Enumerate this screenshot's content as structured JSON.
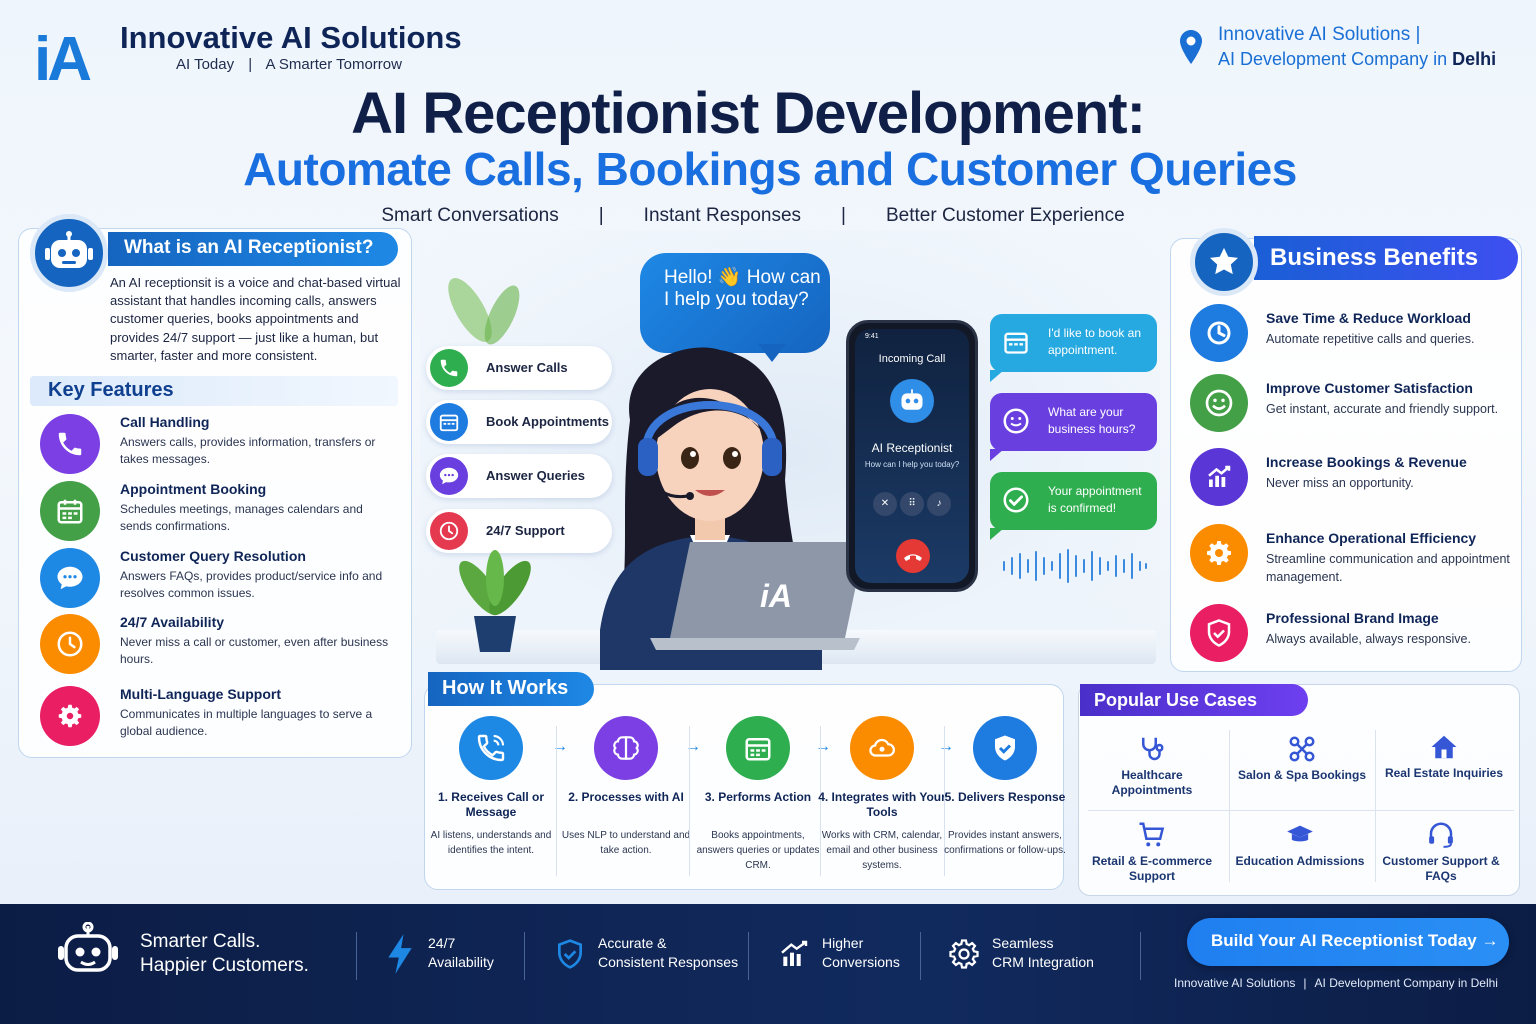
{
  "brand": {
    "logo": "iA",
    "name": "Innovative AI Solutions",
    "tagline_a": "AI Today",
    "tagline_sep": "|",
    "tagline_b": "A Smarter Tomorrow"
  },
  "top_right": {
    "line1": "Innovative AI Solutions  |",
    "line2_a": "AI Development Company in ",
    "line2_b": "Delhi"
  },
  "title": "AI Receptionist Development:",
  "subtitle": "Automate Calls, Bookings and Customer Queries",
  "subline": [
    "Smart Conversations",
    "|",
    "Instant Responses",
    "|",
    "Better Customer Experience"
  ],
  "left": {
    "title": "What is an AI Receptionist?",
    "description": "An AI receptionsit is a voice and chat-based virtual assistant that handles incoming calls, answers customer queries, books appointments and provides 24/7 support — just like a human, but smarter, faster and more consistent.",
    "key_features_title": "Key Features",
    "features": [
      {
        "title": "Call Handling",
        "desc": "Answers calls, provides information, transfers or takes messages.",
        "color": "#7b3fe4",
        "icon": "phone-icon"
      },
      {
        "title": "Appointment Booking",
        "desc": "Schedules meetings, manages calendars and sends confirmations.",
        "color": "#43a047",
        "icon": "calendar-icon"
      },
      {
        "title": "Customer Query Resolution",
        "desc": "Answers FAQs, provides product/service info and resolves common issues.",
        "color": "#1e88e5",
        "icon": "chat-icon"
      },
      {
        "title": "24/7 Availability",
        "desc": "Never miss a call or customer, even after business hours.",
        "color": "#fb8c00",
        "icon": "clock-icon"
      },
      {
        "title": "Multi-Language Support",
        "desc": "Communicates in multiple languages to serve a global audience.",
        "color": "#e91e63",
        "icon": "gear-icon"
      }
    ]
  },
  "center": {
    "bubble": "Hello! 👋 How can I help you today?",
    "pills": [
      {
        "label": "Answer Calls",
        "color": "#2eae4f",
        "icon": "phone-icon"
      },
      {
        "label": "Book Appointments",
        "color": "#1e7be0",
        "icon": "calendar-icon"
      },
      {
        "label": "Answer Queries",
        "color": "#6a3fe0",
        "icon": "chat-icon"
      },
      {
        "label": "24/7 Support",
        "color": "#e53950",
        "icon": "clock-icon"
      }
    ],
    "laptop_logo": "iA",
    "phone": {
      "time": "9:41",
      "incoming": "Incoming Call",
      "name": "AI Receptionist",
      "question": "How can I help you today?"
    },
    "messages": [
      {
        "text": "I'd like to book an appointment.",
        "color": "#26a9e0",
        "icon": "calendar-icon"
      },
      {
        "text": "What are your business hours?",
        "color": "#6a3fe0",
        "icon": "chat-icon"
      },
      {
        "text": "Your appointment is confirmed!",
        "color": "#2eae4f",
        "icon": "check-icon"
      }
    ]
  },
  "right": {
    "title": "Business Benefits",
    "benefits": [
      {
        "title": "Save Time & Reduce Workload",
        "desc": "Automate repetitive calls and queries.",
        "color": "#1e7be0",
        "icon": "time-icon"
      },
      {
        "title": "Improve Customer Satisfaction",
        "desc": "Get instant, accurate and friendly support.",
        "color": "#43a047",
        "icon": "smile-icon"
      },
      {
        "title": "Increase Bookings & Revenue",
        "desc": "Never miss an opportunity.",
        "color": "#5b36d6",
        "icon": "growth-chart-icon"
      },
      {
        "title": "Enhance Operational Efficiency",
        "desc": "Streamline communication and appointment management.",
        "color": "#fb8c00",
        "icon": "gear-icon"
      },
      {
        "title": "Professional Brand Image",
        "desc": "Always available, always responsive.",
        "color": "#e91e63",
        "icon": "shield-check-icon"
      }
    ]
  },
  "how": {
    "title": "How It Works",
    "steps": [
      {
        "title": "1. Receives Call or Message",
        "desc": "AI listens, understands and identifies the intent.",
        "color": "#1e88e5",
        "icon": "phone-icon"
      },
      {
        "title": "2. Processes with AI",
        "desc": "Uses NLP to understand and take action.",
        "color": "#7b3fe4",
        "icon": "brain-icon"
      },
      {
        "title": "3. Performs Action",
        "desc": "Books appointments, answers queries or updates CRM.",
        "color": "#2eae4f",
        "icon": "calendar-icon"
      },
      {
        "title": "4. Integrates with Your Tools",
        "desc": "Works with CRM, calendar, email and other business systems.",
        "color": "#fb8c00",
        "icon": "cloud-icon"
      },
      {
        "title": "5. Delivers Response",
        "desc": "Provides instant answers, confirmations or follow-ups.",
        "color": "#1e7be0",
        "icon": "shield-check-icon"
      }
    ]
  },
  "use_cases": {
    "title": "Popular Use Cases",
    "items": [
      {
        "label": "Healthcare Appointments",
        "icon": "stethoscope-icon"
      },
      {
        "label": "Salon & Spa Bookings",
        "icon": "scissors-icon"
      },
      {
        "label": "Real Estate Inquiries",
        "icon": "house-icon"
      },
      {
        "label": "Retail & E-commerce Support",
        "icon": "cart-icon"
      },
      {
        "label": "Education Admissions",
        "icon": "graduation-cap-icon"
      },
      {
        "label": "Customer Support & FAQs",
        "icon": "headset-icon"
      }
    ]
  },
  "footer": {
    "slogan_1": "Smarter Calls.",
    "slogan_2": "Happier Customers.",
    "items": [
      {
        "l1": "24/7",
        "l2": "Availability",
        "icon": "lightning-icon"
      },
      {
        "l1": "Accurate &",
        "l2": "Consistent Responses",
        "icon": "shield-check-icon"
      },
      {
        "l1": "Higher",
        "l2": "Conversions",
        "icon": "growth-chart-icon"
      },
      {
        "l1": "Seamless",
        "l2": "CRM Integration",
        "icon": "gear-icon"
      }
    ],
    "cta": "Build Your AI Receptionist Today →",
    "small_a": "Innovative AI Solutions",
    "small_sep": "|",
    "small_b": "AI Development Company in Delhi"
  }
}
